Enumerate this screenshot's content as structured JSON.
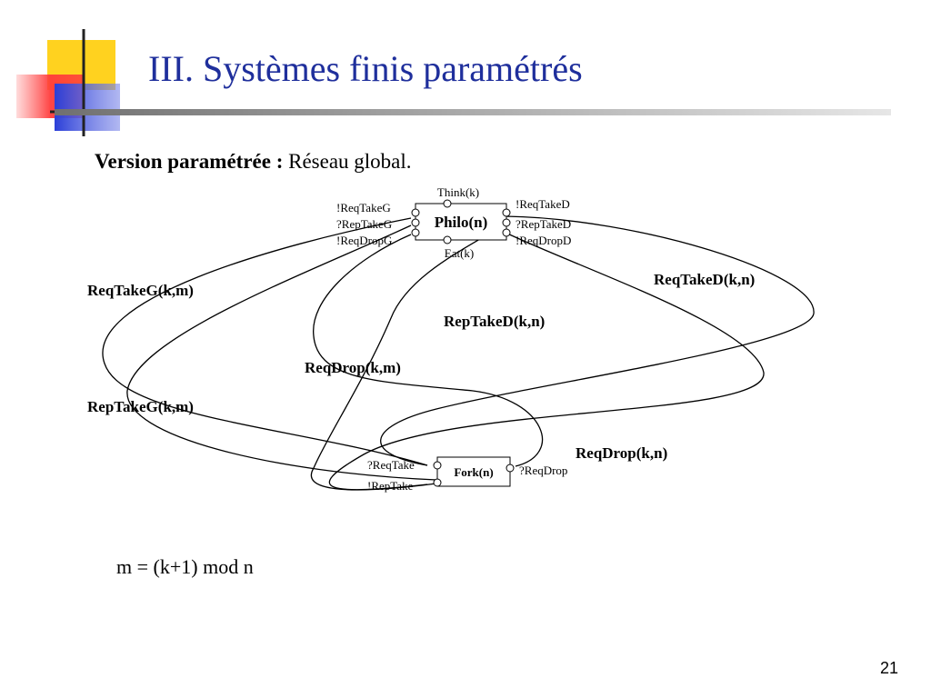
{
  "slide": {
    "title": "III. Systèmes finis paramétrés",
    "subtitle_bold": "Version paramétrée :",
    "subtitle_rest": "Réseau global.",
    "formula": "m = (k+1) mod n",
    "page_number": "21"
  },
  "colors": {
    "title": "#1f2f9c",
    "logo_yellow": "#ffd21f",
    "logo_red": "#ff4d4d",
    "logo_blue": "#2b3fd8",
    "rule_gray": "#9aa0a6"
  },
  "diagram": {
    "philo": {
      "name": "Philo(n)",
      "top_port": "Think(k)",
      "bottom_port": "Eat(k)",
      "left_ports": [
        "!ReqTakeG",
        "?RepTakeG",
        "!ReqDropG"
      ],
      "right_ports": [
        "!ReqTakeD",
        "?RepTakeD",
        "!ReqDropD"
      ]
    },
    "fork": {
      "name": "Fork(n)",
      "left_ports": [
        "?ReqTake",
        "!RepTake"
      ],
      "right_port": "?ReqDrop"
    },
    "edge_labels": {
      "req_take_g": "ReqTakeG(k,m)",
      "rep_take_g": "RepTakeG(k,m)",
      "req_take_d": "ReqTakeD(k,n)",
      "rep_take_d": "RepTakeD(k,n)",
      "req_drop_m": "ReqDrop(k,m)",
      "req_drop_n": "ReqDrop(k,n)"
    }
  }
}
